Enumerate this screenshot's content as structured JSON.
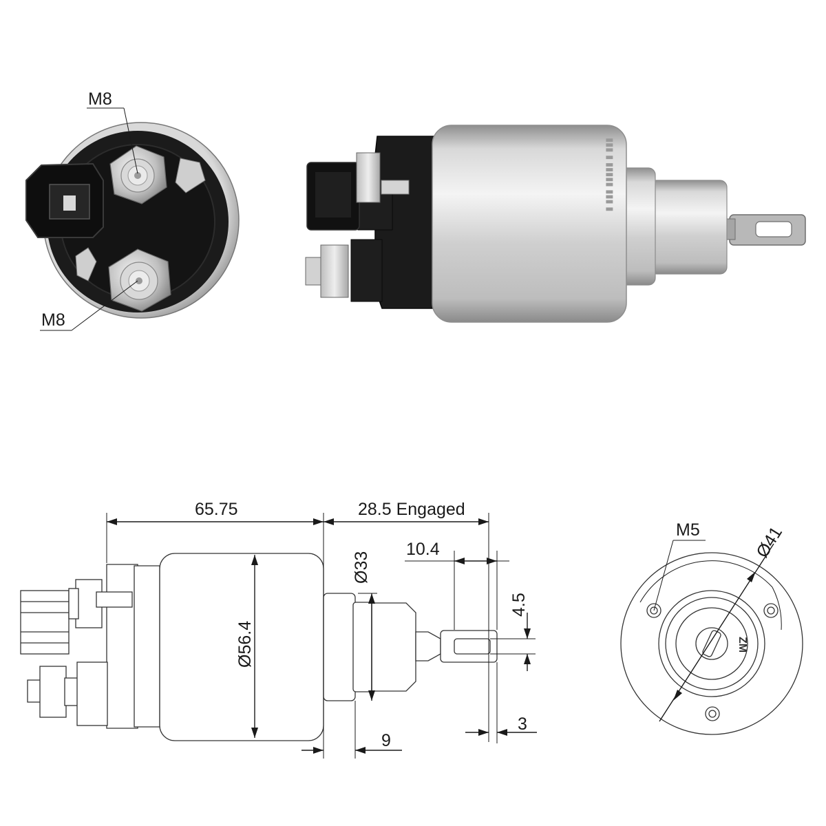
{
  "photo_labels": {
    "top_terminal": "M8",
    "bottom_terminal": "M8"
  },
  "dimensions": {
    "body_length": "65.75",
    "engaged_travel": "28.5 Engaged",
    "body_diameter": "Ø56.4",
    "nose_diameter": "Ø33",
    "eye_length": "10.4",
    "eye_height": "4.5",
    "eye_offset": "3",
    "flange_thickness": "9",
    "mount_hole": "M5",
    "bolt_circle": "Ø41"
  },
  "markings": {
    "plunger_stamp": "ZM"
  },
  "colors": {
    "housing_silver": "#c9c9c9",
    "terminal_cap_black": "#1b1b1b",
    "line": "#1a1a1a"
  }
}
